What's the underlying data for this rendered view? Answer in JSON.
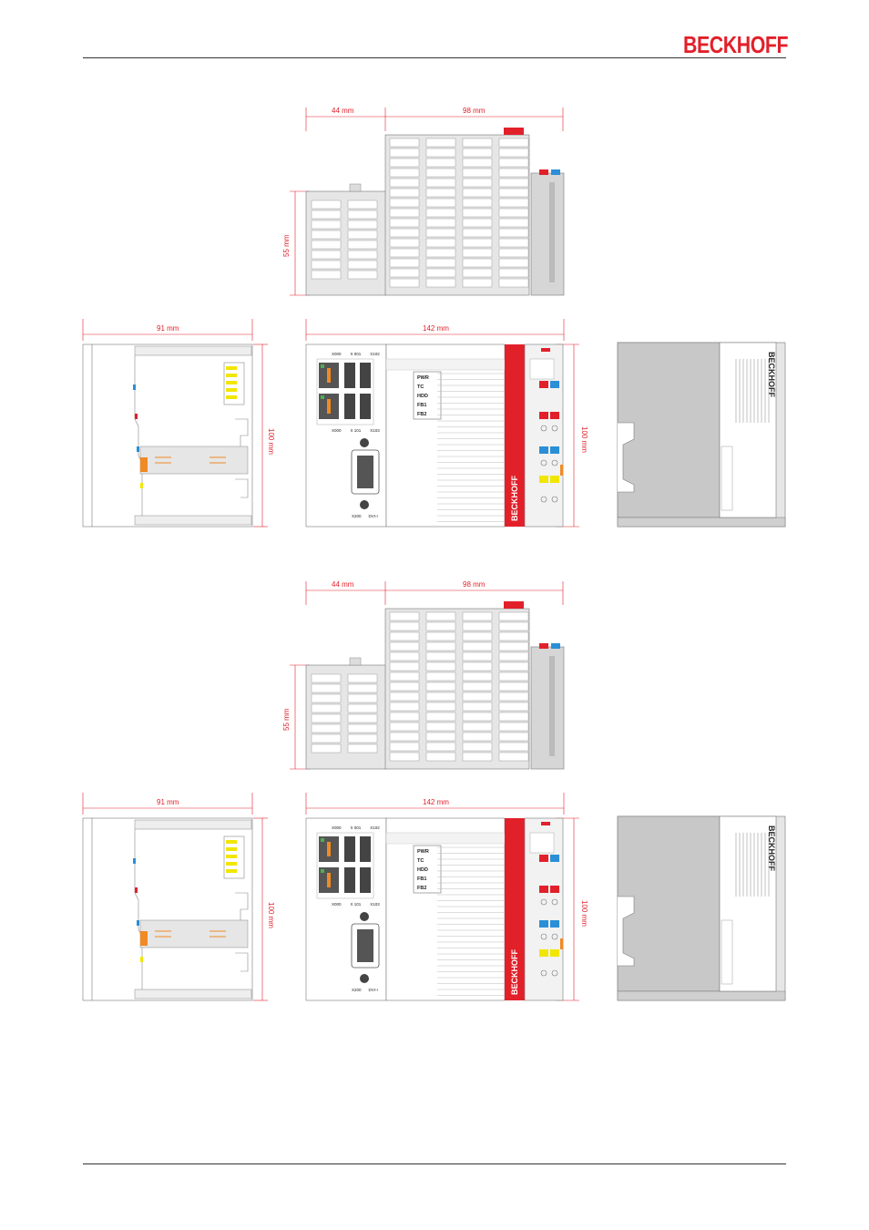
{
  "header": {
    "brand": "BECKHOFF"
  },
  "figures": [
    {
      "top_view": {
        "dim_left": "44 mm",
        "dim_right": "98 mm",
        "dim_height": "55 mm"
      },
      "side_view": {
        "dim_width": "91 mm",
        "dim_height": "100 mm"
      },
      "front_view": {
        "dim_width": "142 mm",
        "dim_height": "100 mm",
        "port_labels_top": [
          "X000",
          "X 001",
          "X102"
        ],
        "port_labels_mid": [
          "X000",
          "X 101",
          "X103"
        ],
        "port_labels_bottom": [
          "X200",
          "DVI-I"
        ],
        "leds": [
          "PWR",
          "TC",
          "HDD",
          "FB1",
          "FB2"
        ],
        "stripe_brand": "BECKHOFF"
      },
      "label_view": {
        "brand": "BECKHOFF"
      }
    },
    {
      "top_view": {
        "dim_left": "44 mm",
        "dim_right": "98 mm",
        "dim_height": "55 mm"
      },
      "side_view": {
        "dim_width": "91 mm",
        "dim_height": "100 mm"
      },
      "front_view": {
        "dim_width": "142 mm",
        "dim_height": "100 mm",
        "port_labels_top": [
          "X000",
          "X 001",
          "X102"
        ],
        "port_labels_mid": [
          "X000",
          "X 101",
          "X103"
        ],
        "port_labels_bottom": [
          "X200",
          "DVI-I"
        ],
        "leds": [
          "PWR",
          "TC",
          "HDD",
          "FB1",
          "FB2"
        ],
        "stripe_brand": "BECKHOFF"
      },
      "label_view": {
        "brand": "BECKHOFF"
      }
    }
  ],
  "colors": {
    "accent": "#e2202a",
    "panel": "#d9d9d9",
    "panel_dark": "#c8c8c8",
    "yellow": "#f2e600",
    "orange": "#f08a24",
    "blue": "#2a8fd6"
  }
}
